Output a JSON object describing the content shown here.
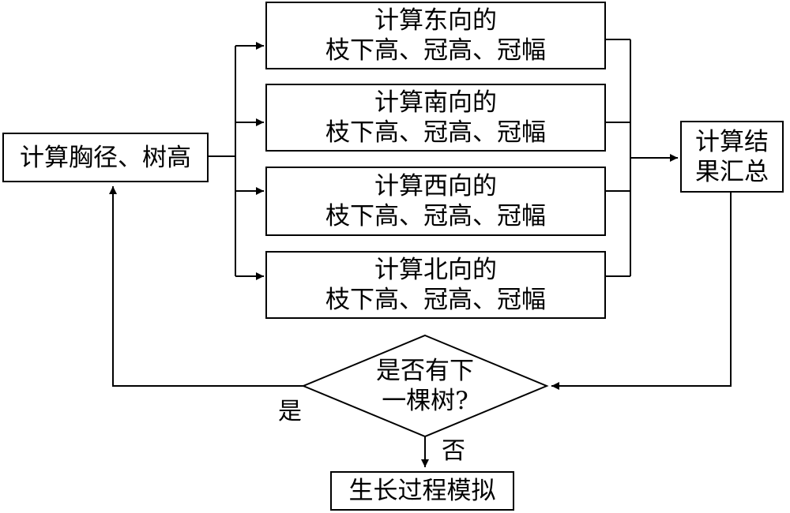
{
  "start": {
    "label": "计算胸径、树高"
  },
  "directions": [
    {
      "line1": "计算东向的",
      "line2": "枝下高、冠高、冠幅"
    },
    {
      "line1": "计算南向的",
      "line2": "枝下高、冠高、冠幅"
    },
    {
      "line1": "计算西向的",
      "line2": "枝下高、冠高、冠幅"
    },
    {
      "line1": "计算北向的",
      "line2": "枝下高、冠高、冠幅"
    }
  ],
  "summary": {
    "line1": "计算结",
    "line2": "果汇总"
  },
  "decision": {
    "line1": "是否有下",
    "line2": "一棵树?",
    "yes_label": "是",
    "no_label": "否"
  },
  "end": {
    "label": "生长过程模拟"
  }
}
